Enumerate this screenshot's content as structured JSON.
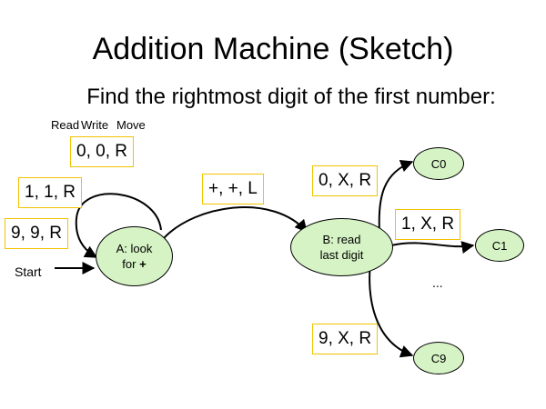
{
  "slide": {
    "title": "Addition Machine (Sketch)",
    "subtitle": "Find the rightmost digit of the first number:"
  },
  "headers": {
    "read": "Read",
    "write": "Write",
    "move": "Move"
  },
  "labels": {
    "loop_top": "0, 0, R",
    "loop_mid": "1, 1, R",
    "loop_dots": "...",
    "loop_bottom": "9, 9, R",
    "a_to_b": "+, +, L",
    "to_c0": "0, X, R",
    "to_c1": "1, X, R",
    "to_c9": "9, X, R",
    "more_dots": "..."
  },
  "states": {
    "a_line1": "A: look",
    "a_line2": "for ",
    "a_bold": "+",
    "b_line1": "B: read",
    "b_line2": "last digit",
    "c0": "C0",
    "c1": "C1",
    "c9": "C9"
  },
  "start_label": "Start",
  "colors": {
    "state_fill": "#d5f3c4",
    "label_border": "#f2c300"
  }
}
